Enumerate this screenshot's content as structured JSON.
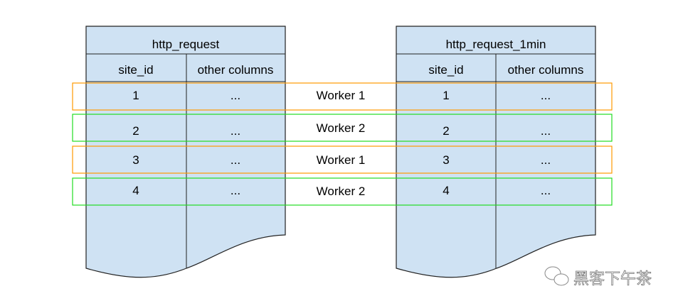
{
  "colors": {
    "table_fill": "#cfe2f3",
    "worker1": "#ff9900",
    "worker2": "#22dd22",
    "stroke": "#222222"
  },
  "tables": [
    {
      "title": "http_request",
      "columns": [
        "site_id",
        "other columns"
      ],
      "rows": [
        [
          "1",
          "..."
        ],
        [
          "2",
          "..."
        ],
        [
          "3",
          "..."
        ],
        [
          "4",
          "..."
        ]
      ]
    },
    {
      "title": "http_request_1min",
      "columns": [
        "site_id",
        "other columns"
      ],
      "rows": [
        [
          "1",
          "..."
        ],
        [
          "2",
          "..."
        ],
        [
          "3",
          "..."
        ],
        [
          "4",
          "..."
        ]
      ]
    }
  ],
  "workers": [
    "Worker 1",
    "Worker 2",
    "Worker 1",
    "Worker 2"
  ],
  "watermark": {
    "icon": "wechat-icon",
    "text": "黑客下午茶"
  }
}
